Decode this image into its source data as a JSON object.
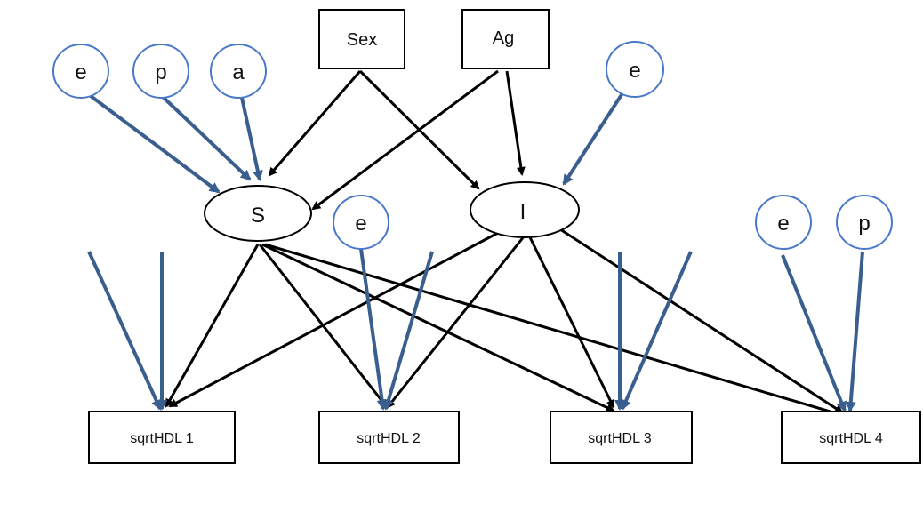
{
  "nodes": {
    "sex": "Sex",
    "ag": "Ag",
    "s": "S",
    "i": "I",
    "hdl1": "sqrtHDL 1",
    "hdl2": "sqrtHDL 2",
    "hdl3": "sqrtHDL 3",
    "hdl4": "sqrtHDL 4"
  },
  "error_terms": {
    "s_e": "e",
    "s_p": "p",
    "s_a": "a",
    "i_e": "e",
    "mid_e": "e",
    "hdl4_e": "e",
    "hdl4_p": "p"
  },
  "colors": {
    "black_arrow": "#000000",
    "blue_arrow": "#3a5f8f",
    "circle_stroke": "#4a78c8"
  }
}
